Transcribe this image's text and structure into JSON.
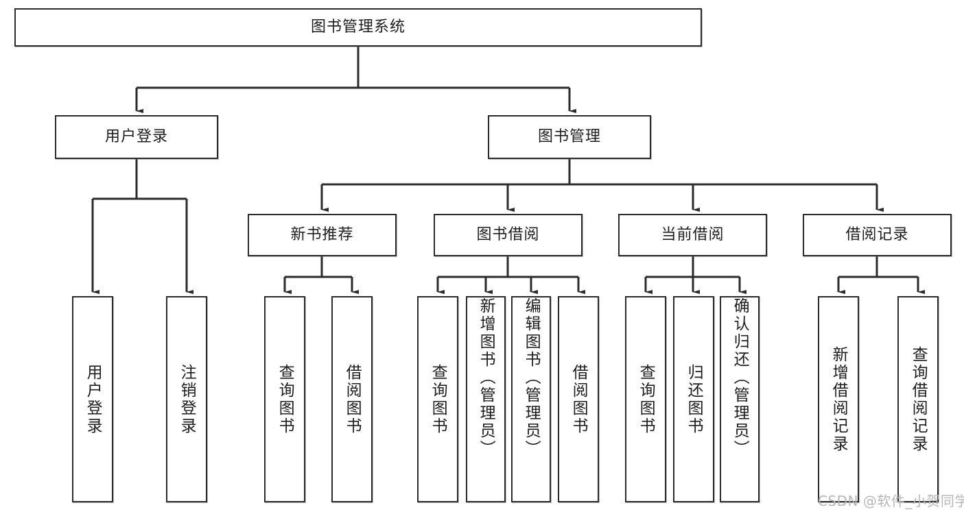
{
  "diagram": {
    "title": "图书管理系统",
    "watermark": "CSDN @软件_小贺同学",
    "colors": {
      "stroke": "#2b2b2b",
      "fill": "#ffffff",
      "text": "#1d1d1d",
      "watermark": "#b6b6b6"
    },
    "nodes": {
      "root": "图书管理系统",
      "user_login": "用户登录",
      "book_manage": "图书管理",
      "new_book_rec": "新书推荐",
      "book_borrow": "图书借阅",
      "current_borrow": "当前借阅",
      "borrow_record": "借阅记录",
      "leaf_user_login": "用户登录",
      "leaf_logout": "注销登录",
      "leaf_query_book_1": "查询图书",
      "leaf_borrow_book_1": "借阅图书",
      "leaf_query_book_2": "查询图书",
      "leaf_add_book_admin": "新增图书（管理员）",
      "leaf_edit_book_admin": "编辑图书（管理员）",
      "leaf_borrow_book_2": "借阅图书",
      "leaf_query_book_3": "查询图书",
      "leaf_return_book": "归还图书",
      "leaf_confirm_return_admin": "确认归还（管理员）",
      "leaf_add_record": "新增借阅记录",
      "leaf_query_record": "查询借阅记录"
    }
  }
}
